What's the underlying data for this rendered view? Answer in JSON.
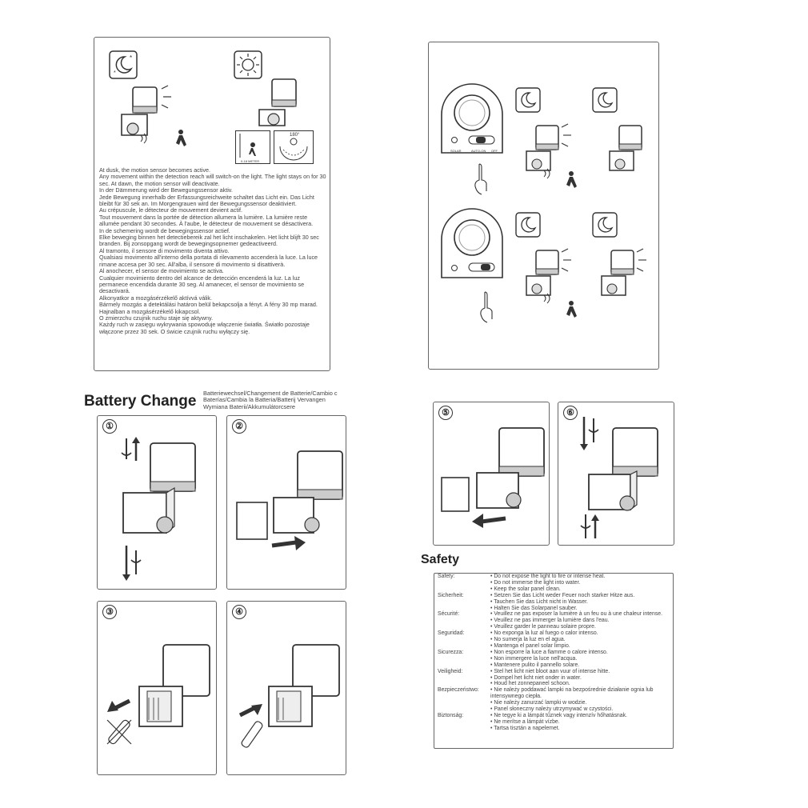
{
  "motion_panel": {
    "range_label": "0-18 METER",
    "angle_label": "180°",
    "paragraphs": [
      "At dusk, the motion sensor becomes active.",
      "Any movement within the detection reach will switch-on the light. The light stays on for 30 sec. At dawn, the motion sensor will deactivate.",
      "In der Dämmerung wird der Bewegungssensor aktiv.",
      "Jede Bewegung innerhalb der Erfassungsreichweite schaltet das Licht ein. Das Licht bleibt für 30 sek an. Im Morgengrauen wird der Bewegungssensor deaktiviert.",
      "Au crépuscule, le détecteur de mouvement devient actif.",
      "Tout mouvement dans la portée de détection allumera la lumière. La lumière reste allumée pendant 30 secondes. À l'aube, le détecteur de mouvement se désactivera.",
      "In de schemering wordt de bewegingssensor actief.",
      "Elke beweging binnen het detectiebereik zal het licht inschakelen. Het licht blijft 30 sec branden. Bij zonsopgang wordt de bewegingsopnemer gedeactiveerd.",
      "Al tramonto, il sensore di movimento diventa attivo.",
      "Qualsiasi movimento all'interno della portata di rilevamento accenderà la luce. La luce rimane accesa per 30 sec. All'alba, il sensore di movimento si disattiverà.",
      "Al anochecer, el sensor de movimiento se activa.",
      "Cualquier movimiento dentro del alcance de detección encenderá la luz. La luz permanece encendida durante 30 seg. Al amanecer, el sensor de movimiento se desactivará.",
      "Alkonyatkor a mozgásérzékelő aktívvá válik.",
      "Bármely mozgás a detektálási határon belül bekapcsolja a fényt. A fény 30 mp marad. Hajnalban a mozgásérzékelő kikapcsol.",
      "O zmierzchu czujnik ruchu staje się aktywny.",
      "Każdy ruch w zasięgu wykrywania spowoduje włączenie światła. Światło pozostaje włączone przez 30 sek. O świcie czujnik ruchu wyłączy się."
    ]
  },
  "mode_panel": {
    "solar_label": "SOLAR",
    "switch_label": "AUTO-ON",
    "switch_label2": "OFF"
  },
  "battery": {
    "title": "Battery Change",
    "subtitle": [
      "Batteriewechsel/Changement de Batterie/Cambio c",
      "Baterías/Cambia la Batteria/Batterij Vervangen",
      "Wymiana Baterii/Akkumulátorcsere"
    ],
    "steps": [
      "①",
      "②",
      "③",
      "④",
      "⑤",
      "⑥"
    ]
  },
  "safety": {
    "title": "Safety",
    "rows": [
      {
        "lang": "Safety:",
        "items": [
          "• Do not expose the light to fire or intense heat.",
          "• Do not immerse the light into water.",
          "• Keep the solar panel clean."
        ]
      },
      {
        "lang": "Sicherheit:",
        "items": [
          "• Setzen Sie das Licht weder Feuer noch starker Hitze aus.",
          "• Tauchen Sie das Licht nicht in Wasser.",
          "• Halten Sie das Solarpanel sauber."
        ]
      },
      {
        "lang": "Sécurité:",
        "items": [
          "• Veuillez ne pas exposer la lumière à un feu ou à une chaleur intense.",
          "• Veuillez ne pas immerger la lumière dans l'eau.",
          "• Veuillez garder le panneau solaire propre."
        ]
      },
      {
        "lang": "Seguridad:",
        "items": [
          "• No exponga la luz al fuego o calor intenso.",
          "• No sumerja la luz en el agua.",
          "• Mantenga el panel solar limpio."
        ]
      },
      {
        "lang": "Sicurezza:",
        "items": [
          "• Non esporre la luce a fiamme o calore intenso.",
          "• Non immergere la luce nell'acqua.",
          "• Mantenere pulito il pannello solare."
        ]
      },
      {
        "lang": "Veiligheid:",
        "items": [
          "• Stel het licht niet bloot aan vuur of intense hitte.",
          "• Dompel het licht niet onder in water.",
          "• Houd het zonnepaneel schoon."
        ]
      },
      {
        "lang": "Bezpieczeństwo:",
        "items": [
          "• Nie należy poddawać lampki na bezpośrednie działanie ognia lub intensywnego ciepła.",
          "• Nie należy zanurzać lampki w wodzie.",
          "• Panel słoneczny należy utrzymywać w czystości."
        ]
      },
      {
        "lang": "Biztonság:",
        "items": [
          "• Ne tegye ki a lámpát tűznek vagy intenzív hőhatásnak.",
          "• Ne merítse a lámpát vízbe.",
          "• Tartsa tisztán a napelemet."
        ]
      }
    ]
  }
}
